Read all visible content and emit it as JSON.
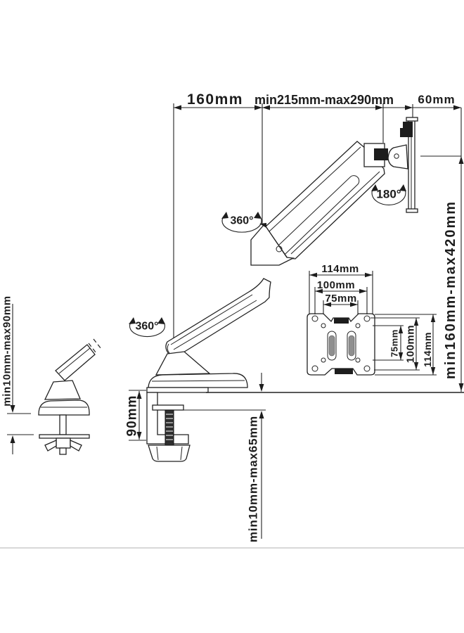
{
  "labels": {
    "top_reach_1": "160mm",
    "top_reach_2": "min215mm-max290mm",
    "top_head": "60mm",
    "height_range": "min160mm-max420mm",
    "grommet_range": "min10mm-max90mm",
    "clamp_drop": "90mm",
    "desk_thickness": "min10mm-max65mm",
    "swivel_upper": "360°",
    "swivel_base": "360°",
    "tilt_head": "180°",
    "vesa_width_outer": "114mm",
    "vesa_width_100": "100mm",
    "vesa_width_75": "75mm",
    "vesa_height_75": "75mm",
    "vesa_height_100": "100mm",
    "vesa_height_outer": "114mm"
  },
  "colors": {
    "line": "#222222",
    "dark_fill": "#1d1d1d",
    "slot_fill": "#8f8f8f",
    "faint_line": "#d8d8d8",
    "background": "#ffffff"
  }
}
